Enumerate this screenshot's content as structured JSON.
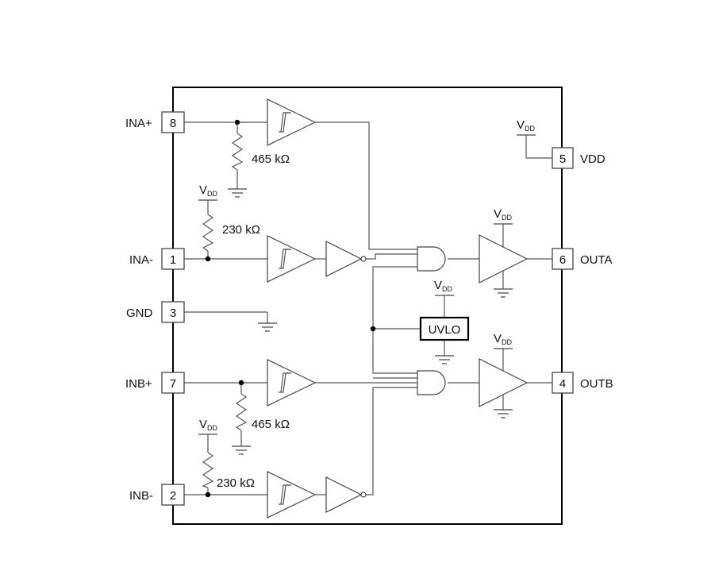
{
  "pins": {
    "ina_plus": {
      "name": "INA+",
      "num": "8"
    },
    "ina_minus": {
      "name": "INA-",
      "num": "1"
    },
    "gnd": {
      "name": "GND",
      "num": "3"
    },
    "inb_plus": {
      "name": "INB+",
      "num": "7"
    },
    "inb_minus": {
      "name": "INB-",
      "num": "2"
    },
    "vdd": {
      "name": "VDD",
      "num": "5"
    },
    "outa": {
      "name": "OUTA",
      "num": "6"
    },
    "outb": {
      "name": "OUTB",
      "num": "4"
    }
  },
  "resistors": {
    "pulldown_a": "465 kΩ",
    "pullup_a": "230 kΩ",
    "pulldown_b": "465 kΩ",
    "pullup_b": "230 kΩ"
  },
  "supply": {
    "main": "V",
    "sub": "DD"
  },
  "uvlo": "UVLO"
}
